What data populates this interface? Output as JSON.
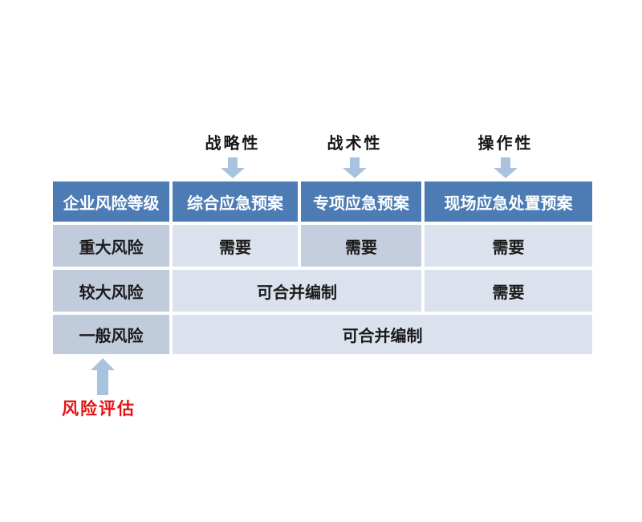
{
  "annotations": {
    "top_labels": [
      "战略性",
      "战术性",
      "操作性"
    ],
    "bottom_label": "风险评估"
  },
  "table": {
    "headers": [
      "企业风险等级",
      "综合应急预案",
      "专项应急预案",
      "现场应急处置预案"
    ],
    "rows": [
      {
        "level": "重大风险",
        "cells": [
          {
            "text": "需要"
          },
          {
            "text": "需要"
          },
          {
            "text": "需要"
          }
        ]
      },
      {
        "level": "较大风险",
        "cells": [
          {
            "text": "可合并编制"
          },
          {
            "text": "需要"
          }
        ]
      },
      {
        "level": "一般风险",
        "cells": [
          {
            "text": "可合并编制"
          }
        ]
      }
    ]
  },
  "colors": {
    "header_bg": "#4d7cb5",
    "level_cell_bg": "#c0cbdc",
    "cell_bg": "#dce2ed",
    "highlight_cell_bg": "#c4cedf",
    "arrow": "#a9c3df",
    "bottom_label_color": "#e31212",
    "text": "#1b1b1b",
    "header_text": "#ffffff",
    "page_bg": "#ffffff"
  }
}
